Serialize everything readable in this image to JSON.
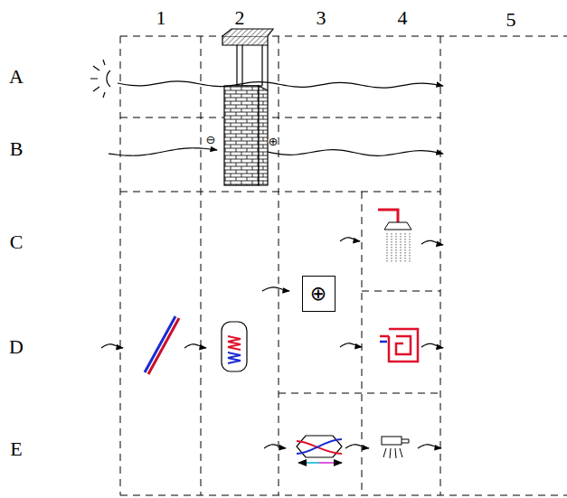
{
  "diagram": {
    "nodes": [
      {
        "text": [
          "⊕"
        ]
      }
    ],
    "labels": [
      "1",
      "2",
      "3",
      "4",
      "5",
      "A",
      "B",
      "C",
      "D",
      "E",
      "⊖",
      "⊕"
    ]
  }
}
